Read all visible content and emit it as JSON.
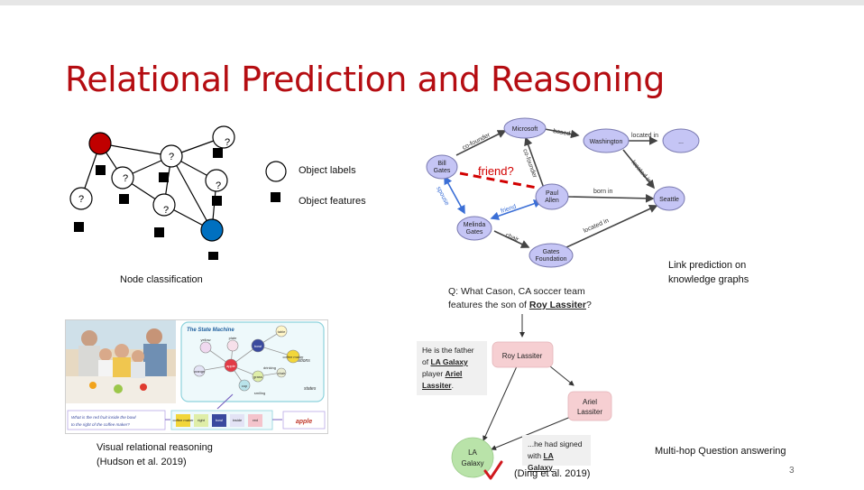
{
  "slide": {
    "title": "Relational Prediction and Reasoning",
    "page_number": "3"
  },
  "node_classification": {
    "caption": "Node classification",
    "unknown_label": "?",
    "legend": {
      "labels": "Object labels",
      "features": "Object features"
    },
    "colors": {
      "red_node": "#c00000",
      "blue_node": "#0070c0"
    }
  },
  "knowledge_graph": {
    "caption_line1": "Link prediction on",
    "caption_line2": "knowledge graphs",
    "nodes": {
      "bill": [
        "Bill",
        "Gates"
      ],
      "microsoft": "Microsoft",
      "washington": "Washington",
      "ellipsis": "...",
      "seattle": "Seattle",
      "paul": [
        "Paul",
        "Allen"
      ],
      "melinda": [
        "Melinda",
        "Gates"
      ],
      "foundation": [
        "Gates",
        "Foundation"
      ]
    },
    "edges": {
      "co_founder_top": "co-founder",
      "co_founder_side": "co-founder",
      "based_in": "based in",
      "located_in_top": "located in",
      "located_in_right": "located in",
      "born_in": "born in",
      "friend": "friend",
      "spouse": "spouse",
      "chair": "chair",
      "located_in_bottom": "located in"
    },
    "friend_question": "friend?",
    "colors": {
      "node_fill": "#c5c5f5",
      "friend_question": "#d20000",
      "blue_edge": "#3b6fd6"
    }
  },
  "visual_reasoning": {
    "caption_line1": "Visual relational reasoning",
    "caption_line2": "(Hudson et al. 2019)",
    "state_machine_title": "The State Machine",
    "transitions_label": "transitions",
    "states_label": "states",
    "question_line1": "What is the red fruit inside the bowl",
    "question_line2": "to the right of the coffee maker?",
    "answer": "apple",
    "nodes": [
      "yellow",
      "orange",
      "apple",
      "table",
      "plate",
      "chair",
      "grass",
      "bowl",
      "coffee maker",
      "cup",
      "tray",
      "drinking",
      "smiling"
    ],
    "sequence": [
      "coffee maker",
      "right",
      "bowl",
      "inside",
      "red"
    ]
  },
  "multihop": {
    "question_line1": "Q: What Cason, CA soccer team",
    "question_line2_prefix": "features the son of ",
    "question_line2_link": "Roy Lassiter",
    "question_line2_suffix": "?",
    "evidence": [
      "He is the father",
      "of ",
      "LA Galaxy",
      "player ",
      "Ariel",
      "Lassiter",
      "."
    ],
    "node_roy": "Roy Lassiter",
    "node_ariel": [
      "Ariel",
      "Lassiter"
    ],
    "node_la": [
      "LA",
      "Galaxy"
    ],
    "signed_line1": "...he had signed",
    "signed_line2_prefix": "with ",
    "signed_line2_link": "LA Galaxy",
    "signed_line2_suffix": "...",
    "citation": "(Ding et al. 2019)",
    "caption": "Multi-hop Question answering",
    "colors": {
      "pink": "#f6cfd2",
      "green": "#b9e3a9",
      "check": "#d0191e"
    }
  }
}
